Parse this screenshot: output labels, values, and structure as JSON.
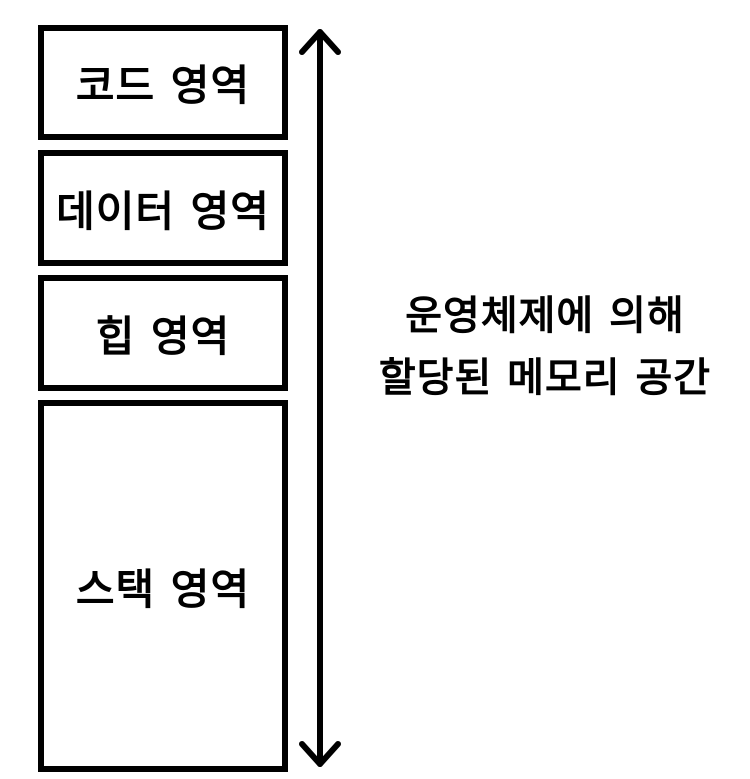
{
  "regions": {
    "code": "코드 영역",
    "data": "데이터 영역",
    "heap": "힙 영역",
    "stack": "스택 영역"
  },
  "caption": {
    "line1": "운영체제에 의해",
    "line2": "할당된 메모리 공간"
  },
  "colors": {
    "stroke": "#000000",
    "background": "#ffffff"
  }
}
